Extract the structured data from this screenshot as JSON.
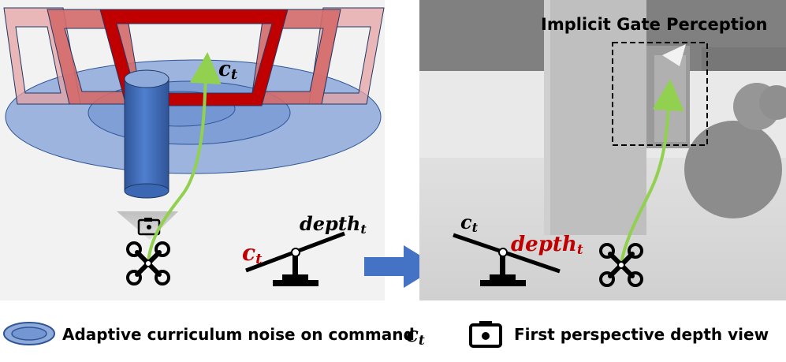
{
  "left_panel": {
    "command_label": "c",
    "command_sub": "t"
  },
  "left_seesaw": {
    "left_label": "c",
    "left_sub": "t",
    "right_label": "depth",
    "right_sub": "t"
  },
  "right_panel": {
    "title": "Implicit Gate Perception"
  },
  "right_seesaw": {
    "left_label": "c",
    "left_sub": "t",
    "right_label": "depth",
    "right_sub": "t"
  },
  "legend": {
    "noise_label": "Adaptive curriculum noise on command",
    "noise_math": "c",
    "noise_math_sub": "t",
    "camera_label": "First perspective depth view"
  },
  "colors": {
    "gate_red": "#c00000",
    "ellipse_blue": "#8eaadb",
    "cylinder_blue": "#4472c4",
    "trajectory_green": "#92d050",
    "arrow_blue": "#4472c4",
    "label_red": "#c00000"
  },
  "icons": [
    "drone-icon",
    "camera-icon",
    "seesaw-icon",
    "arrow-right-icon",
    "ellipse-icon"
  ]
}
